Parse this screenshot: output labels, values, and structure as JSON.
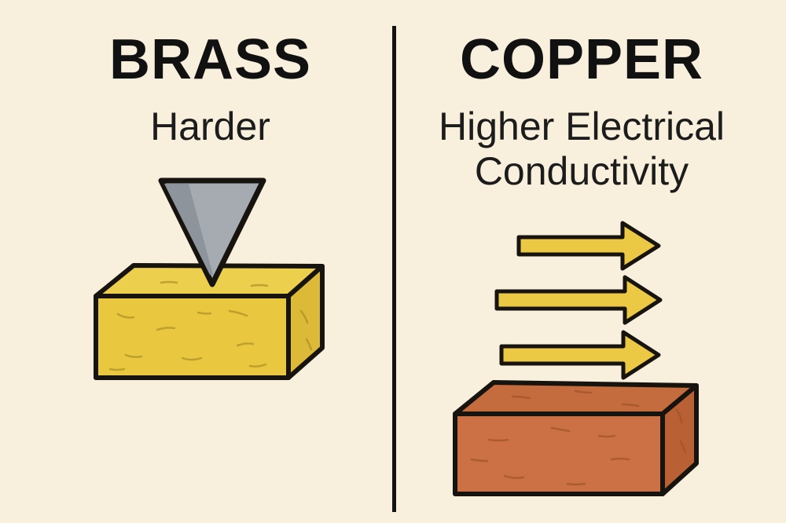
{
  "page": {
    "background": "#f8efdc",
    "ink": "#17130e",
    "divider_color": "#131313"
  },
  "left": {
    "title": "BRASS",
    "subtitle": "Harder",
    "visual": {
      "indenter_icon": "hardness-indenter-triangle",
      "indenter_color": "#a6abb2",
      "indenter_shade_color": "#8e949b",
      "block": "brass-block",
      "block_front_color": "#e9c840",
      "block_top_color": "#edcf4e",
      "block_side_color": "#dcba37"
    }
  },
  "right": {
    "title": "COPPER",
    "subtitle_line1": "Higher Electrical",
    "subtitle_line2": "Conductivity",
    "visual": {
      "arrows_icon": "current-flow-arrows",
      "arrow_count": 3,
      "arrow_color": "#ecc945",
      "block": "copper-block",
      "block_front_color": "#cb7145",
      "block_top_color": "#c46c3e",
      "block_side_color": "#b96134"
    }
  }
}
